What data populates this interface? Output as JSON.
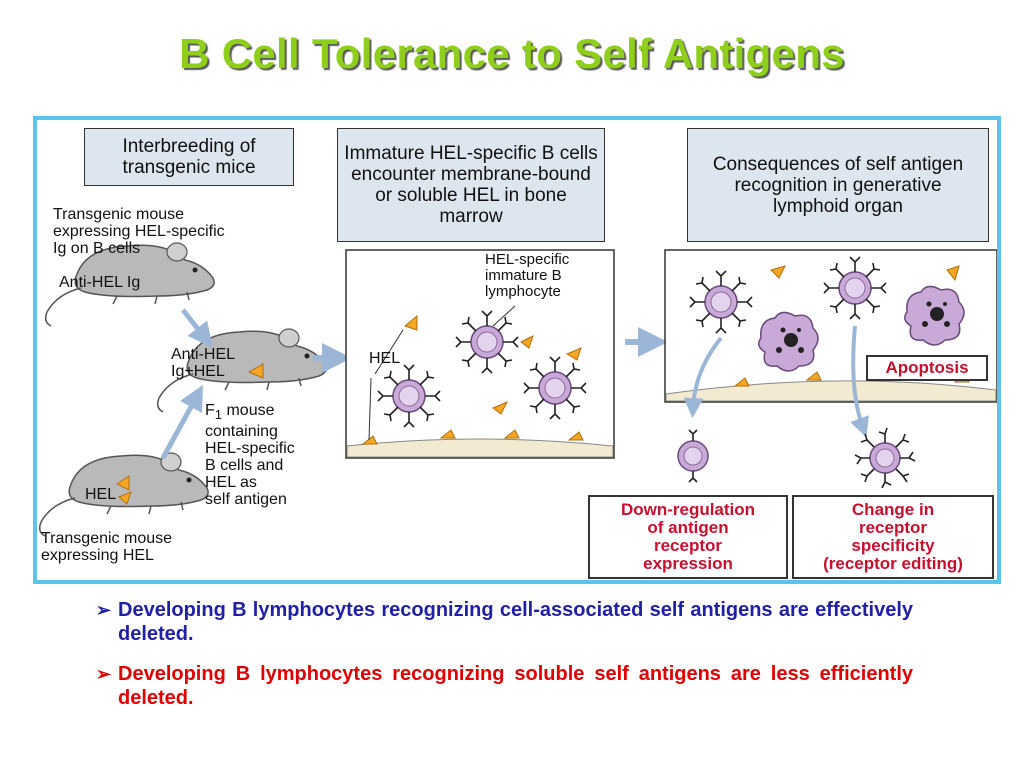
{
  "title": "B Cell Tolerance to Self Antigens",
  "headers": {
    "interbreeding": "Interbreeding of transgenic mice",
    "immature": "Immature HEL-specific B cells encounter membrane-bound or soluble HEL in bone marrow",
    "consequences": "Consequences of self antigen recognition in generative lymphoid organ"
  },
  "labels": {
    "transgenic_ig": "Transgenic mouse\nexpressing HEL-specific\nIg on B cells",
    "anti_hel_ig": "Anti-HEL Ig",
    "anti_hel_ig_hel": "Anti-HEL\nIg+HEL",
    "f1_prefix": "F",
    "f1_sub": "1",
    "f1_rest": " mouse\ncontaining\nHEL-specific\nB cells and\nHEL as\nself antigen",
    "hel_mouse": "HEL",
    "transgenic_hel": "Transgenic mouse\nexpressing HEL",
    "hel_specific": "HEL-specific\nimmature B\nlymphocyte",
    "hel": "HEL"
  },
  "outcomes": {
    "apoptosis": "Apoptosis",
    "down_regulation": "Down-regulation\nof antigen\nreceptor\nexpression",
    "change_receptor": "Change in\nreceptor\nspecificity\n(receptor editing)"
  },
  "bullets": [
    {
      "marker": "➢",
      "text": "Developing B lymphocytes recognizing cell-associated self antigens are effectively deleted.",
      "color": "#1f1fa8"
    },
    {
      "marker": "➢",
      "text": "Developing B lymphocytes recognizing soluble self antigens are less efficiently deleted.",
      "color": "#e00000"
    }
  ],
  "colors": {
    "title": "#8fce1b",
    "frame": "#5bc4ec",
    "header_bg": "#dde5ee",
    "cell": "#c9a9d8",
    "antigen": "#f5a623",
    "arrow": "#9bb6d6",
    "outcome_text": "#c8102e"
  }
}
